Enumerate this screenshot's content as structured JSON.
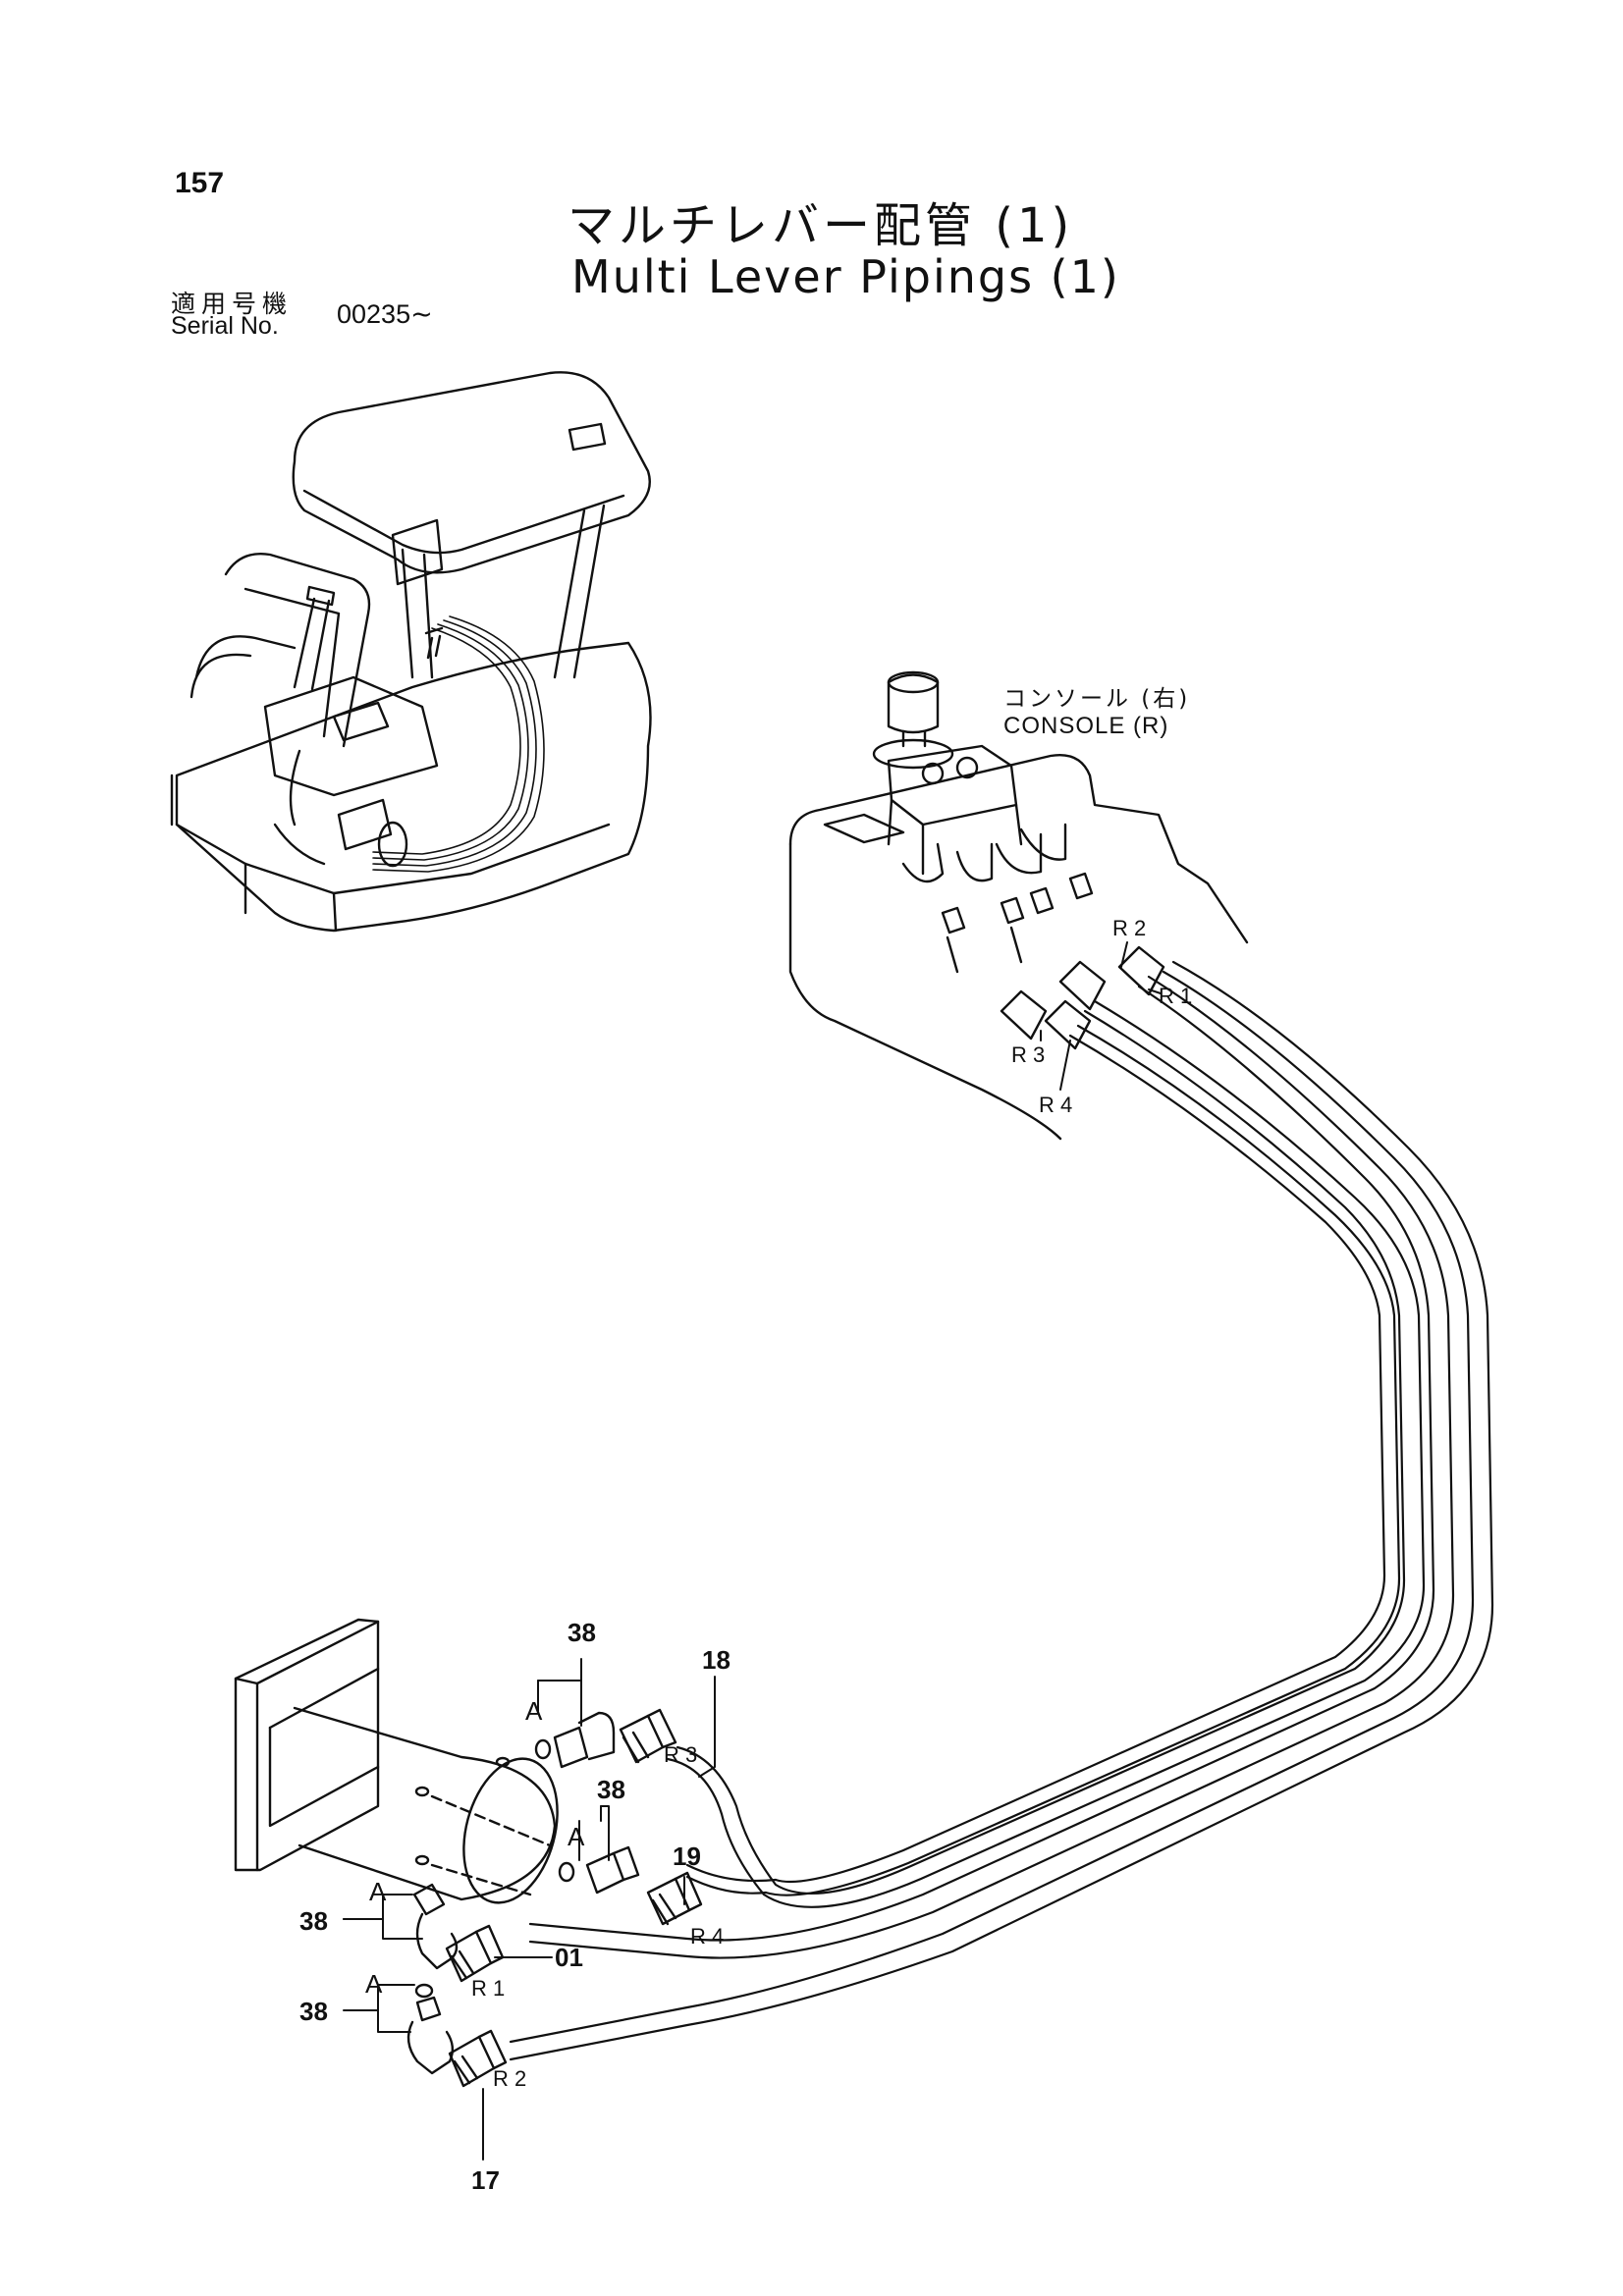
{
  "page": {
    "number": "157",
    "title_ja": "マルチレバー配管 (1)",
    "title_en": "Multi Lever Pipings (1)",
    "serial_label_ja": "適用号機",
    "serial_label_en": "Serial No.",
    "serial_value": "00235∼"
  },
  "console": {
    "label_ja": "コンソール (右)",
    "label_en": "CONSOLE (R)"
  },
  "port_labels": {
    "r1": "R 1",
    "r2": "R 2",
    "r3": "R 3",
    "r4": "R 4"
  },
  "part_numbers": {
    "p38": "38",
    "p18": "18",
    "p19": "19",
    "p01": "01",
    "p17": "17"
  },
  "ref_labels": {
    "a": "A"
  }
}
